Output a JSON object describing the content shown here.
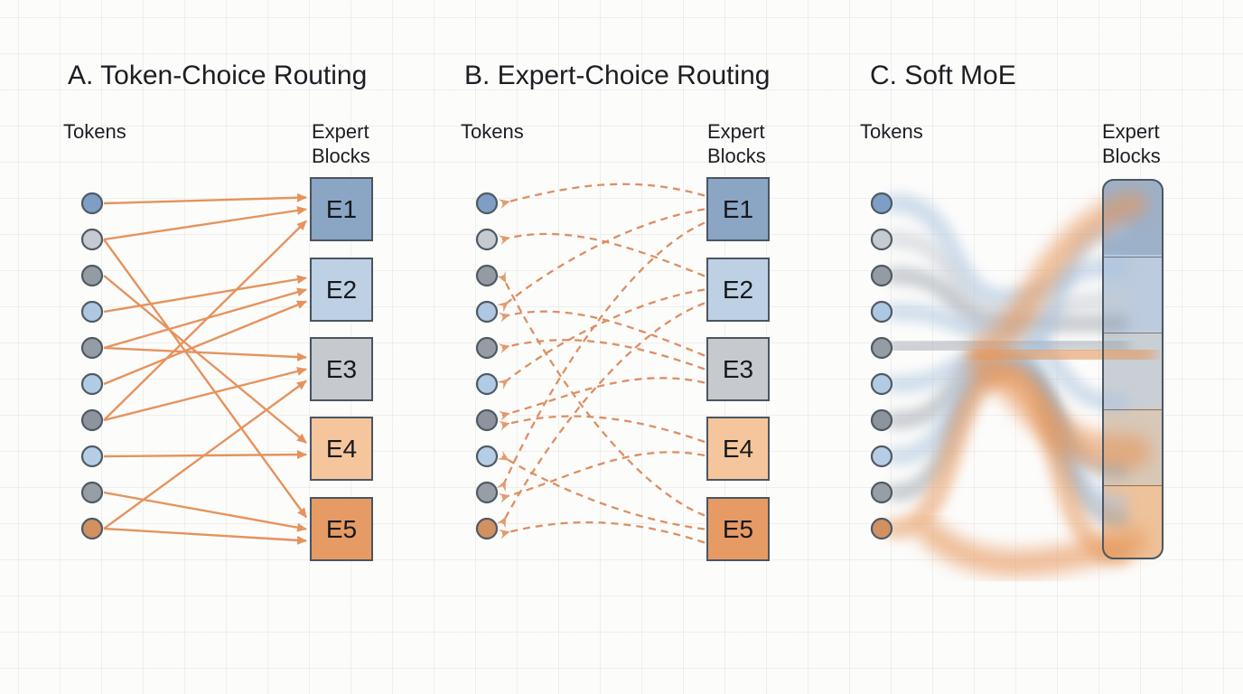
{
  "panels": {
    "a": {
      "title": "A. Token-Choice Routing",
      "tokens_label": "Tokens",
      "expert_label_line1": "Expert",
      "expert_label_line2": "Blocks",
      "routing_type": "token-choice",
      "arrow_style": "solid",
      "experts": [
        "E1",
        "E2",
        "E3",
        "E4",
        "E5"
      ],
      "routes": [
        [
          "T1",
          "E1"
        ],
        [
          "T2",
          "E1"
        ],
        [
          "T2",
          "E5"
        ],
        [
          "T3",
          "E4"
        ],
        [
          "T4",
          "E2"
        ],
        [
          "T5",
          "E2"
        ],
        [
          "T5",
          "E3"
        ],
        [
          "T6",
          "E2"
        ],
        [
          "T7",
          "E1"
        ],
        [
          "T7",
          "E3"
        ],
        [
          "T8",
          "E4"
        ],
        [
          "T9",
          "E5"
        ],
        [
          "T10",
          "E3"
        ],
        [
          "T10",
          "E5"
        ]
      ]
    },
    "b": {
      "title": "B. Expert-Choice Routing",
      "tokens_label": "Tokens",
      "expert_label_line1": "Expert",
      "expert_label_line2": "Blocks",
      "routing_type": "expert-choice",
      "arrow_style": "dashed",
      "experts": [
        "E1",
        "E2",
        "E3",
        "E4",
        "E5"
      ],
      "routes": [
        [
          "E1",
          "T1"
        ],
        [
          "E1",
          "T4"
        ],
        [
          "E1",
          "T9"
        ],
        [
          "E2",
          "T2"
        ],
        [
          "E2",
          "T6"
        ],
        [
          "E2",
          "T10"
        ],
        [
          "E3",
          "T4"
        ],
        [
          "E3",
          "T5"
        ],
        [
          "E3",
          "T7"
        ],
        [
          "E4",
          "T7"
        ],
        [
          "E4",
          "T9"
        ],
        [
          "E5",
          "T3"
        ],
        [
          "E5",
          "T8"
        ],
        [
          "E5",
          "T10"
        ]
      ]
    },
    "c": {
      "title": "C. Soft MoE",
      "tokens_label": "Tokens",
      "expert_label_line1": "Expert",
      "expert_label_line2": "Blocks",
      "routing_type": "soft-merge",
      "expert_sections": 5
    }
  },
  "tokens": {
    "count": 10,
    "colors": [
      "#7e9ec6",
      "#c6cbd1",
      "#949ba3",
      "#aec8e1",
      "#959ca4",
      "#b2cbe5",
      "#8d949d",
      "#b5cee6",
      "#979ea6",
      "#d29161"
    ],
    "stroke_color": "#4f5a64"
  },
  "expert_colors": [
    "#8ba5c5",
    "#bdd0e4",
    "#c6cacf",
    "#f5c69c",
    "#e69b64"
  ],
  "expert_border_color": "#4a5563",
  "soft_block_section_colors": [
    "#9db1c9",
    "#bccbdd",
    "#c9cfd5",
    "#d8c8b8",
    "#eec29a"
  ],
  "solid_arrow_color": "#e5935d",
  "dashed_arrow_color": "#dc8f63",
  "stream_colors": {
    "blue": "#a9c2de",
    "light_gray": "#c6cbd1",
    "gray": "#9ba3ac",
    "orange": "#e6975c"
  }
}
